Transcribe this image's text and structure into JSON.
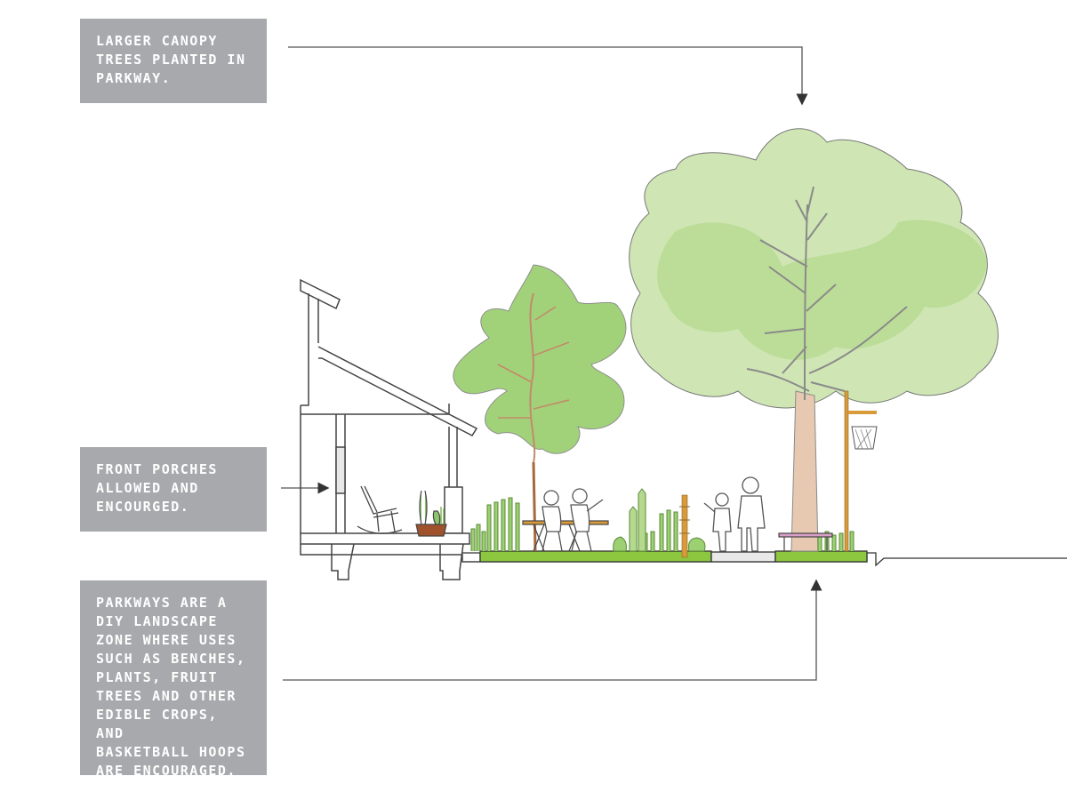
{
  "callouts": {
    "canopy": "LARGER CANOPY\nTREES PLANTED IN\nPARKWAY.",
    "porch": "FRONT PORCHES\nALLOWED AND\nENCOURGED.",
    "parkway": "PARKWAYS ARE A\nDIY LANDSCAPE\nZONE WHERE USES\nSUCH AS BENCHES,\nPLANTS, FRUIT\nTREES AND OTHER\nEDIBLE CROPS, AND\nBASKETBALL HOOPS\nARE ENCOURAGED."
  },
  "colors": {
    "callout_bg": "#a7a9ac",
    "canopy_light": "#cfe6b4",
    "canopy_mid": "#b5d98f",
    "leaf_green": "#8cc56a",
    "grass_green": "#8dc63f",
    "trunk": "#e6c9b0",
    "line": "#555555"
  }
}
